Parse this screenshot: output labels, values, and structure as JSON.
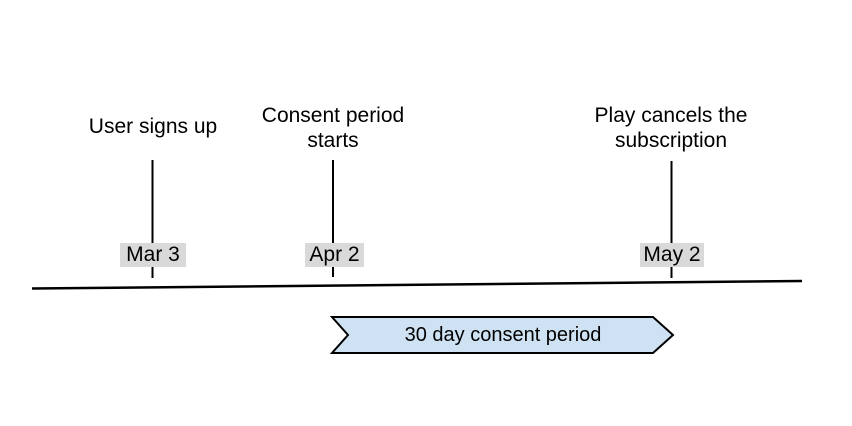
{
  "canvas": {
    "background": "#ffffff"
  },
  "colors": {
    "timeline_stroke": "#000000",
    "tick_stroke": "#000000",
    "text": "#000000",
    "date_badge_bg": "#d9d9d9",
    "banner_fill": "#cfe2f3",
    "banner_stroke": "#000000"
  },
  "events": [
    {
      "title_lines": [
        "User signs up"
      ],
      "date": "Mar 3"
    },
    {
      "title_lines": [
        "Consent period",
        "starts"
      ],
      "date": "Apr 2"
    },
    {
      "title_lines": [
        "Play cancels the",
        "subscription"
      ],
      "date": "May 2"
    }
  ],
  "banner": {
    "label": "30 day consent period"
  }
}
